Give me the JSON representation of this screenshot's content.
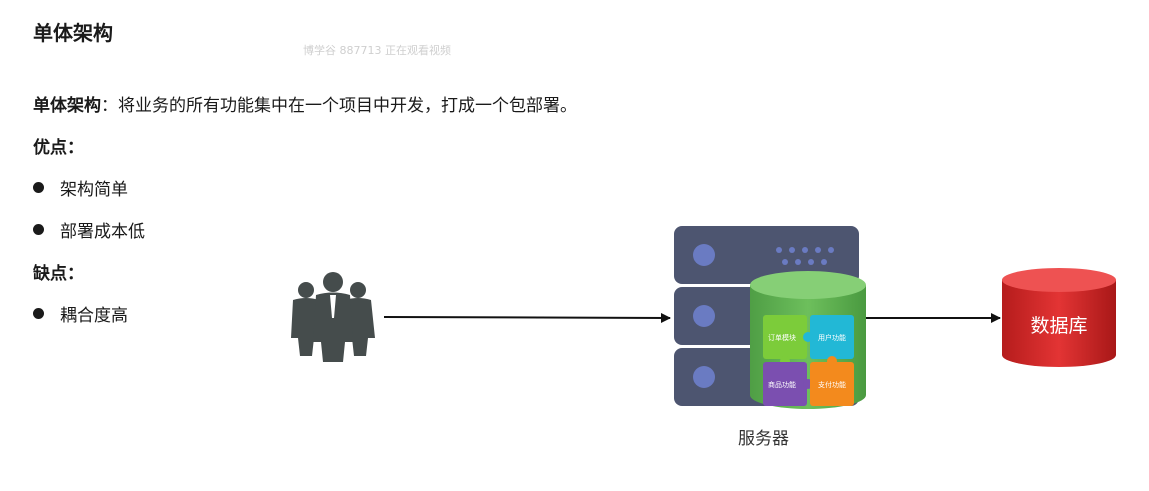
{
  "title": "单体架构",
  "watermark": "博学谷 887713 正在观看视频",
  "definition": {
    "term": "单体架构",
    "separator": "：",
    "text": "将业务的所有功能集中在一个项目中开发，打成一个包部署。"
  },
  "pros": {
    "heading": "优点：",
    "items": [
      "架构简单",
      "部署成本低"
    ]
  },
  "cons": {
    "heading": "缺点：",
    "items": [
      "耦合度高"
    ]
  },
  "diagram": {
    "server_label": "服务器",
    "database_label": "数据库",
    "modules": [
      "订单模块",
      "用户功能",
      "商品功能",
      "支付功能"
    ],
    "icons": [
      "users-icon",
      "server-icon",
      "database-icon",
      "arrow-icon"
    ],
    "colors": {
      "server": "#4d5570",
      "server_dot": "#6a7bc2",
      "cylinder": "#6dbf5c",
      "module_green": "#7ccc3a",
      "module_cyan": "#22b8d6",
      "module_purple": "#7b4fb0",
      "module_orange": "#f38a1d",
      "database": "#d62828",
      "users": "#454c4c"
    }
  }
}
